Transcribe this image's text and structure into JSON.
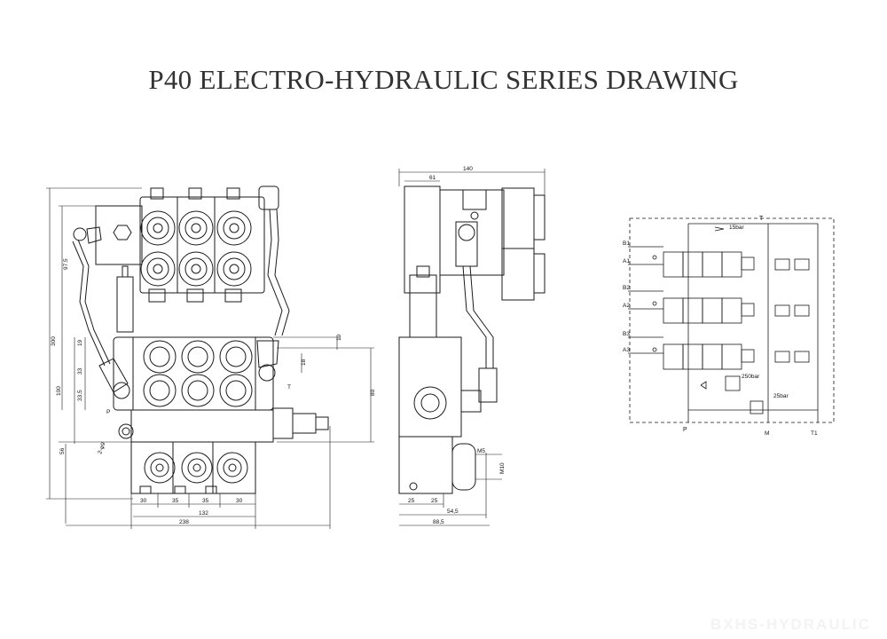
{
  "title": "P40 ELECTRO-HYDRAULIC SERIES DRAWING",
  "watermark": "BXHS-HYDRAULIC",
  "front_view": {
    "dims_bottom": [
      "30",
      "35",
      "35",
      "30"
    ],
    "dim_132": "132",
    "dim_238": "238",
    "dim_left_outer": "300",
    "dim_left_upper": "97.5",
    "dim_left_mid": "100",
    "dim_left_a": "19",
    "dim_left_b": "33",
    "dim_left_c": "33.5",
    "dim_left_low": "56",
    "dim_right_10": "10",
    "dim_right_18": "18",
    "dim_right_80": "80",
    "port_t": "T",
    "port_p": "P",
    "hole_label": "2-φ9"
  },
  "side_view": {
    "dim_140": "140",
    "dim_61": "61",
    "dim_25a": "25",
    "dim_25b": "25",
    "dim_54": "54,5",
    "dim_88": "88,5",
    "dim_m": "M5",
    "dim_m10": "M10"
  },
  "schematic": {
    "port_t": "T",
    "port_p": "P",
    "port_m": "M",
    "port_t1": "T1",
    "relief_15": "15bar",
    "relief_250": "250bar",
    "relief_25": "25bar",
    "ports": [
      "B1",
      "A1",
      "B2",
      "A2",
      "B3",
      "A3"
    ]
  }
}
